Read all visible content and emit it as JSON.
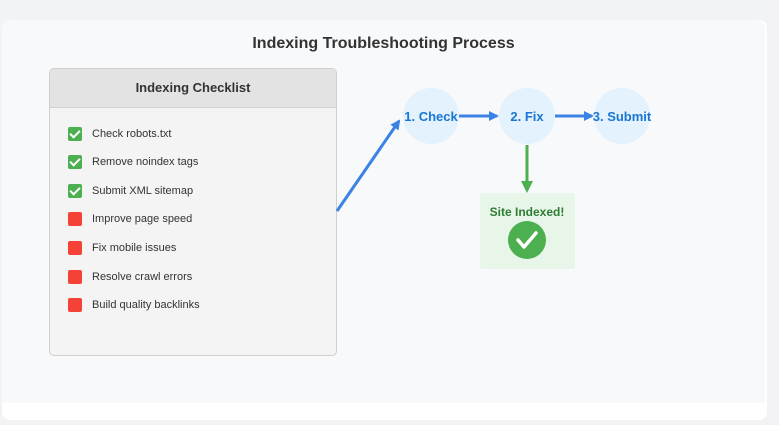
{
  "title": "Indexing Troubleshooting Process",
  "checklist": {
    "header": "Indexing Checklist",
    "items": [
      {
        "label": "Check robots.txt",
        "done": true
      },
      {
        "label": "Remove noindex tags",
        "done": true
      },
      {
        "label": "Submit XML sitemap",
        "done": true
      },
      {
        "label": "Improve page speed",
        "done": false
      },
      {
        "label": "Fix mobile issues",
        "done": false
      },
      {
        "label": "Resolve crawl errors",
        "done": false
      },
      {
        "label": "Build quality backlinks",
        "done": false
      }
    ]
  },
  "flow": {
    "steps": [
      "1. Check",
      "2. Fix",
      "3. Submit"
    ],
    "result": "Site Indexed!"
  },
  "colors": {
    "step_fill": "#e3f2fd",
    "step_text": "#1976d2",
    "arrow_blue": "#3b82e6",
    "arrow_green": "#4caf50",
    "result_bg": "#e8f5e9",
    "done": "#4caf50",
    "todo": "#f44336"
  }
}
